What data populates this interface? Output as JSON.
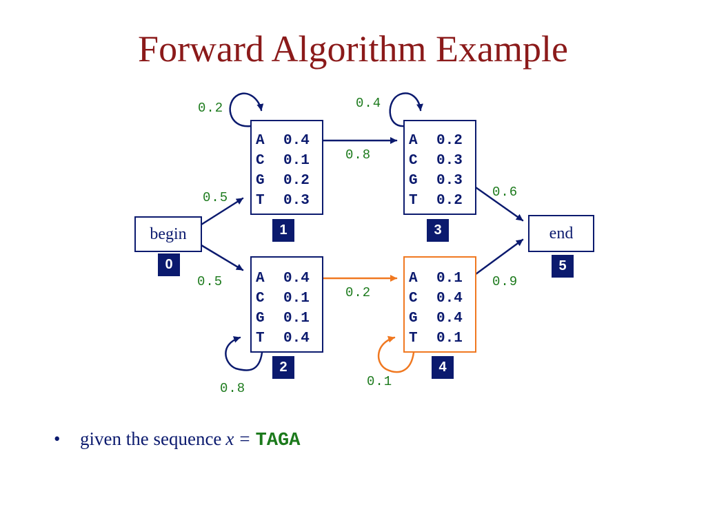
{
  "title": "Forward Algorithm Example",
  "colors": {
    "title": "#8b1a1a",
    "node": "#0b1a6e",
    "prob": "#1c7a1c",
    "highlight": "#f07820"
  },
  "states": [
    {
      "id": "1",
      "emissions": [
        {
          "symbol": "A",
          "prob": "0.4"
        },
        {
          "symbol": "C",
          "prob": "0.1"
        },
        {
          "symbol": "G",
          "prob": "0.2"
        },
        {
          "symbol": "T",
          "prob": "0.3"
        }
      ]
    },
    {
      "id": "2",
      "emissions": [
        {
          "symbol": "A",
          "prob": "0.4"
        },
        {
          "symbol": "C",
          "prob": "0.1"
        },
        {
          "symbol": "G",
          "prob": "0.1"
        },
        {
          "symbol": "T",
          "prob": "0.4"
        }
      ]
    },
    {
      "id": "3",
      "emissions": [
        {
          "symbol": "A",
          "prob": "0.2"
        },
        {
          "symbol": "C",
          "prob": "0.3"
        },
        {
          "symbol": "G",
          "prob": "0.3"
        },
        {
          "symbol": "T",
          "prob": "0.2"
        }
      ]
    },
    {
      "id": "4",
      "emissions": [
        {
          "symbol": "A",
          "prob": "0.1"
        },
        {
          "symbol": "C",
          "prob": "0.4"
        },
        {
          "symbol": "G",
          "prob": "0.4"
        },
        {
          "symbol": "T",
          "prob": "0.1"
        }
      ]
    }
  ],
  "begin": {
    "label": "begin",
    "id": "0"
  },
  "end": {
    "label": "end",
    "id": "5"
  },
  "transitions": {
    "self_1": "0.2",
    "self_3": "0.4",
    "begin_1": "0.5",
    "begin_2": "0.5",
    "t1_3": "0.8",
    "t2_4": "0.2",
    "t3_end": "0.6",
    "t4_end": "0.9",
    "self_2": "0.8",
    "self_4": "0.1"
  },
  "bullet": {
    "prefix": "given the sequence",
    "var": "x",
    "eq": "=",
    "sequence": "TAGA"
  }
}
